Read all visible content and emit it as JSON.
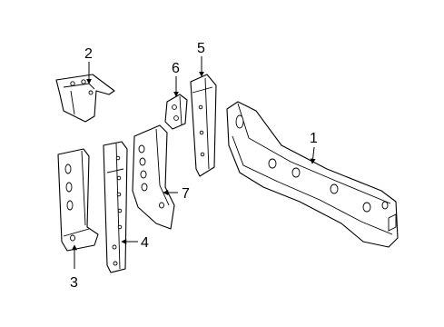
{
  "callouts": [
    {
      "id": "1",
      "text": "1"
    },
    {
      "id": "2",
      "text": "2"
    },
    {
      "id": "3",
      "text": "3"
    },
    {
      "id": "4",
      "text": "4"
    },
    {
      "id": "5",
      "text": "5"
    },
    {
      "id": "6",
      "text": "6"
    },
    {
      "id": "7",
      "text": "7"
    }
  ],
  "colors": {
    "line": "#000000",
    "background": "#ffffff"
  }
}
